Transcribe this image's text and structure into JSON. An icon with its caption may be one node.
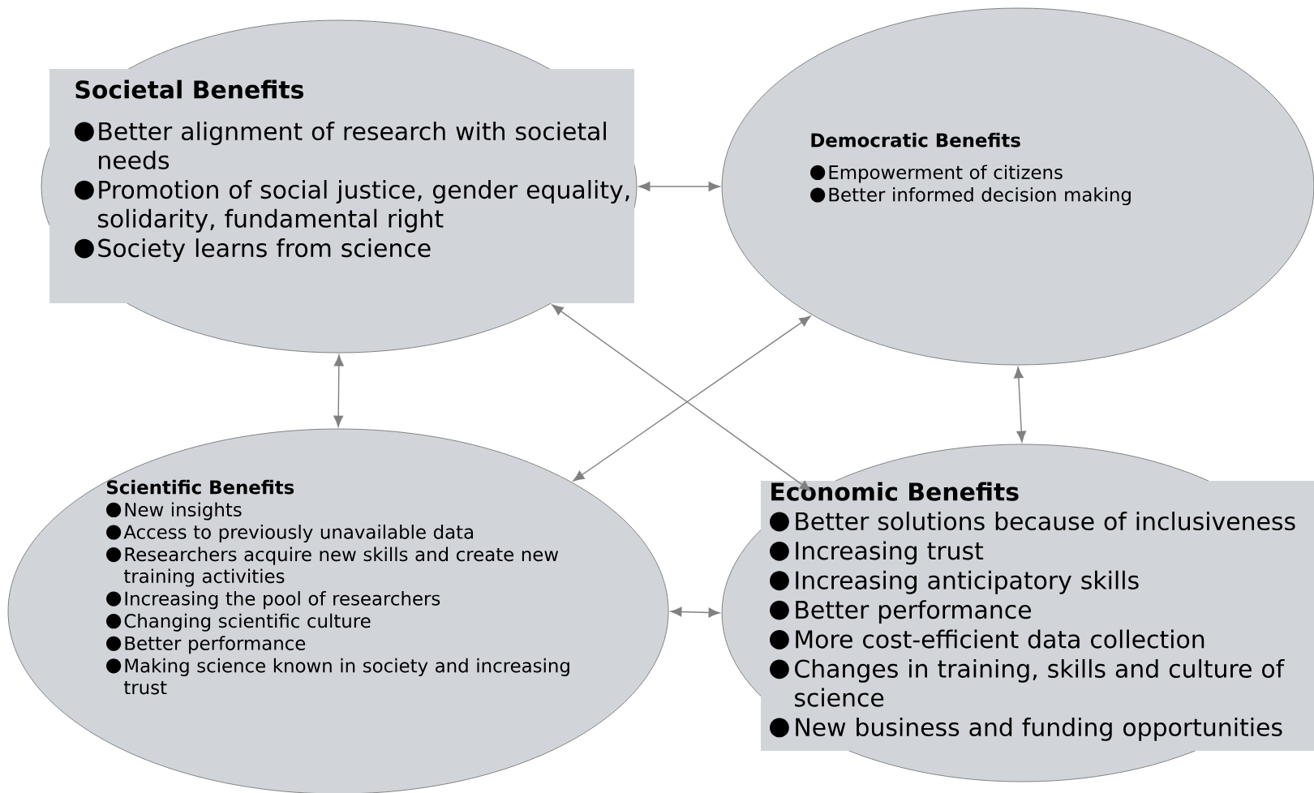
{
  "diagram": {
    "nodes": [
      {
        "text": [
          "Societal Benefits",
          "Better alignment of research with societal needs",
          "Promotion of social justice, gender equality, solidarity, fundamental right",
          "Society learns from science"
        ]
      },
      {
        "text": [
          "Democratic Benefits",
          "Empowerment of citizens",
          "Better informed decision making"
        ]
      },
      {
        "text": [
          "Scientific Benefits",
          "New insights",
          "Access to previously unavailable data",
          "Researchers acquire new skills and create new training activities",
          "Increasing the pool of researchers",
          "Changing scientific culture",
          "Better performance",
          "Making science known in society and increasing trust"
        ]
      },
      {
        "text": [
          "Economic Benefits",
          "Better solutions because of inclusiveness",
          "Increasing trust",
          "Increasing anticipatory skills",
          "Better performance",
          "More cost-efficient data collection",
          "Changes in training, skills and culture of science",
          "New business and funding opportunities"
        ]
      }
    ],
    "edges": [
      {
        "from": 0,
        "to": 1,
        "arrow": "both"
      },
      {
        "from": 0,
        "to": 2,
        "arrow": "both"
      },
      {
        "from": 1,
        "to": 3,
        "arrow": "both"
      },
      {
        "from": 2,
        "to": 1,
        "arrow": "both"
      },
      {
        "from": 0,
        "to": 3,
        "arrow": "both"
      },
      {
        "from": 2,
        "to": 3,
        "arrow": "both"
      }
    ]
  }
}
